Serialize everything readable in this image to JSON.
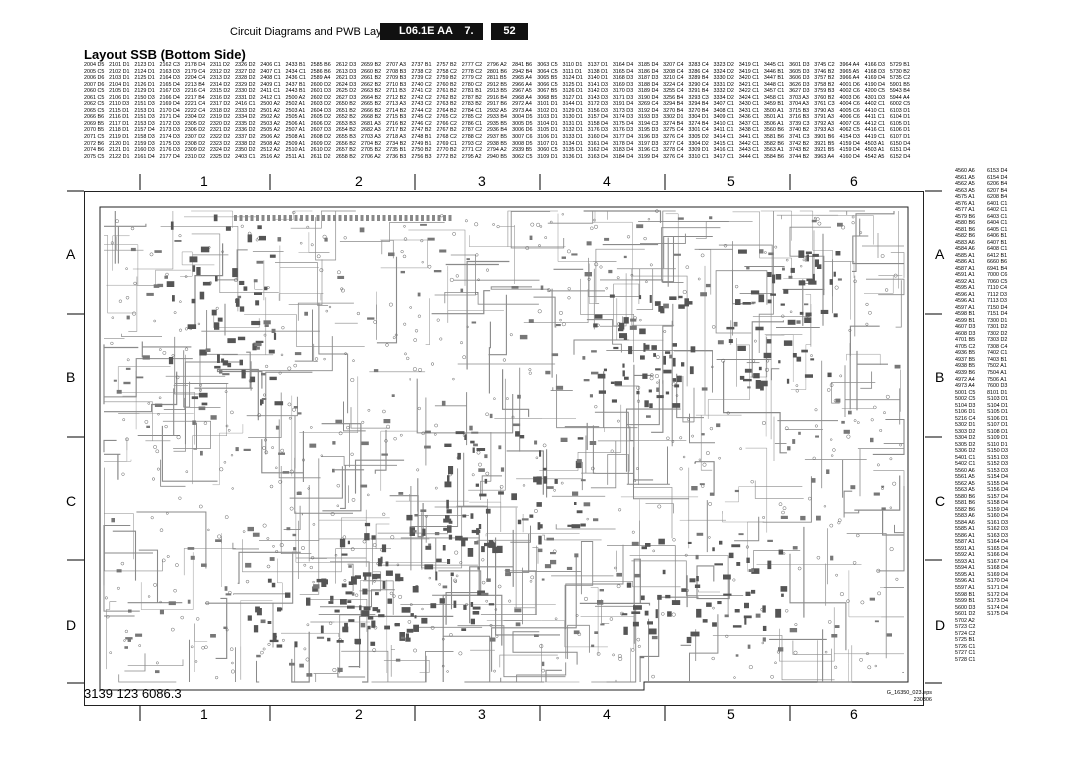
{
  "header": {
    "text": "Circuit Diagrams and PWB Layouts",
    "model": "L06.1E AA",
    "section": "7.",
    "page": "52"
  },
  "title": "Layout SSB (Bottom Side)",
  "reference_table": [
    [
      "2004 D5",
      "2005 C5",
      "2006 D6",
      "2007 D6",
      "2060 C5",
      "2061 C5",
      "2062 C5",
      "2065 C5",
      "2066 B6",
      "2069 B5",
      "2070 B5",
      "2071 C5",
      "2072 B6",
      "2074 B6",
      "2075 C5"
    ],
    [
      "2101 D1",
      "2102 D1",
      "2103 D1",
      "2104 D1",
      "2105 D1",
      "2106 D1",
      "2110 D3",
      "2115 D1",
      "2116 D1",
      "2117 D1",
      "2118 D1",
      "2119 D1",
      "2120 D1",
      "2121 D1",
      "2122 D1"
    ],
    [
      "2123 D1",
      "2124 D1",
      "2125 D1",
      "2126 D1",
      "2129 D1",
      "2150 D3",
      "2151 D3",
      "2153 D1",
      "2151 D3",
      "2153 D3",
      "2157 D4",
      "2158 D3",
      "2159 D3",
      "2160 D3",
      "2161 D4"
    ],
    [
      "2162 C3",
      "2163 D3",
      "2164 D3",
      "2165 D4",
      "2167 D3",
      "2166 D4",
      "2169 D4",
      "2170 D4",
      "2171 D4",
      "2172 D3",
      "2173 D3",
      "2174 D3",
      "2175 D3",
      "2176 D3",
      "2177 D4"
    ],
    [
      "2178 D4",
      "2179 C4",
      "2204 C4",
      "2213 B4",
      "2216 C4",
      "2217 B4",
      "2221 C4",
      "2222 C4",
      "2304 D2",
      "2305 D2",
      "2306 D2",
      "2307 D2",
      "2308 D2",
      "2309 D2",
      "2310 D2"
    ],
    [
      "2311 D2",
      "2312 D2",
      "2313 D2",
      "2314 D2",
      "2315 D2",
      "2316 D2",
      "2317 D2",
      "2318 D2",
      "2319 D2",
      "2320 D2",
      "2321 D2",
      "2322 D2",
      "2323 D2",
      "2324 D2",
      "2325 D2"
    ],
    [
      "2326 D2",
      "2327 D2",
      "2328 D2",
      "2329 D2",
      "2330 D2",
      "2331 D2",
      "2416 C1",
      "2333 D2",
      "2334 D2",
      "2335 D2",
      "2336 D2",
      "2337 D2",
      "2338 D2",
      "2350 D2",
      "2403 C1"
    ],
    [
      "2406 C1",
      "2407 C1",
      "2408 C1",
      "2409 C1",
      "2411 C1",
      "2412 C1",
      "2500 A2",
      "2501 A2",
      "2502 A2",
      "2503 A2",
      "2505 A2",
      "2506 A2",
      "2508 A2",
      "2512 A2",
      "2516 A2"
    ],
    [
      "2433 B1",
      "2434 C1",
      "2436 C1",
      "2437 B1",
      "2443 B1",
      "2500 A2",
      "2502 A1",
      "2503 A1",
      "2505 A1",
      "2506 A1",
      "2507 A1",
      "2508 A1",
      "2509 A1",
      "2510 A1",
      "2511 A1"
    ],
    [
      "2585 B6",
      "2586 B6",
      "2589 A4",
      "2600 D2",
      "2601 D3",
      "2602 D2",
      "2603 D2",
      "2604 D3",
      "2605 D2",
      "2606 D2",
      "2607 D3",
      "2608 D2",
      "2609 D2",
      "2610 D2",
      "2611 D2"
    ],
    [
      "2612 D3",
      "2613 D3",
      "2621 D3",
      "2624 D3",
      "2625 D2",
      "2627 D3",
      "2650 B2",
      "2651 B2",
      "2652 B2",
      "2653 B3",
      "2654 B2",
      "2655 B3",
      "2656 B2",
      "2657 B2",
      "2658 B2"
    ],
    [
      "2659 B2",
      "2660 B2",
      "2661 B2",
      "2662 B2",
      "2663 B2",
      "2664 B2",
      "2665 B2",
      "2666 B2",
      "2668 B2",
      "2681 A3",
      "2682 A3",
      "2703 A3",
      "2704 B2",
      "2705 B2",
      "2706 A2"
    ],
    [
      "2707 A3",
      "2708 B3",
      "2709 B3",
      "2710 B3",
      "2711 B3",
      "2712 B2",
      "2713 A3",
      "2714 B2",
      "2715 B3",
      "2716 B2",
      "2717 B2",
      "2718 A3",
      "2734 B2",
      "2735 B1",
      "2736 B3"
    ],
    [
      "2737 B1",
      "2738 C2",
      "2739 C2",
      "2740 C2",
      "2741 C2",
      "2742 C2",
      "2743 C2",
      "2744 C2",
      "2745 C2",
      "2746 C2",
      "2747 B2",
      "2748 B1",
      "2749 B1",
      "2750 B2",
      "2756 B3"
    ],
    [
      "2757 B2",
      "2758 C2",
      "2759 B2",
      "2760 B2",
      "2761 B2",
      "2762 B2",
      "2763 B2",
      "2764 B2",
      "2765 C2",
      "2766 C2",
      "2767 B2",
      "2768 C2",
      "2769 C1",
      "2770 B2",
      "2772 B2"
    ],
    [
      "2777 C2",
      "2778 C2",
      "2779 C2",
      "2780 C2",
      "2781 B1",
      "2787 B2",
      "2783 B2",
      "2784 C1",
      "2785 C2",
      "2786 C1",
      "2787 C2",
      "2788 C2",
      "2793 C2",
      "2771 C2",
      "2795 A2"
    ],
    [
      "2796 A2",
      "2801 B6",
      "2811 B5",
      "2912 B5",
      "2913 B5",
      "2916 B4",
      "2917 B6",
      "2932 A5",
      "2933 B4",
      "2935 B5",
      "2936 B4",
      "2937 B5",
      "2938 B5",
      "2794 A2",
      "2940 B5"
    ],
    [
      "2841 B6",
      "2942 B4",
      "2965 A4",
      "2966 A4",
      "2967 A5",
      "2968 A4",
      "2972 A4",
      "2973 A4",
      "3004 D5",
      "3005 D5",
      "3006 D6",
      "3007 C6",
      "3008 D5",
      "2939 B5",
      "3062 C5"
    ],
    [
      "3063 C5",
      "3064 C5",
      "3065 B5",
      "3066 C5",
      "3067 B5",
      "3068 B5",
      "3101 D1",
      "3102 D1",
      "3103 D1",
      "3104 D1",
      "3105 D1",
      "3106 D1",
      "3107 D1",
      "3060 C5",
      "3109 D1"
    ],
    [
      "3110 D1",
      "3111 D1",
      "3124 D1",
      "3125 D1",
      "3126 D1",
      "3127 D1",
      "3144 D1",
      "3129 D1",
      "3130 D1",
      "3131 D1",
      "3132 D1",
      "3133 D1",
      "3134 D1",
      "3135 D1",
      "3136 D1"
    ],
    [
      "3137 D1",
      "3138 D1",
      "3140 D1",
      "3141 D3",
      "3142 D3",
      "3143 D3",
      "3172 D3",
      "3156 D3",
      "3157 D4",
      "3158 D4",
      "3176 D3",
      "3160 D4",
      "3161 D4",
      "3162 D4",
      "3163 D4"
    ],
    [
      "3164 D4",
      "3165 D4",
      "3168 D3",
      "3169 D3",
      "3170 D3",
      "3171 D3",
      "3191 D4",
      "3173 D3",
      "3174 D3",
      "3175 D4",
      "3176 D3",
      "3177 D4",
      "3178 D4",
      "3183 D4",
      "3184 D4"
    ],
    [
      "3185 D4",
      "3186 D4",
      "3187 D3",
      "3188 D4",
      "3189 D4",
      "3190 D4",
      "3269 C4",
      "3192 D4",
      "3193 D3",
      "3194 C3",
      "3195 D3",
      "3196 D3",
      "3197 D3",
      "3196 C3",
      "3199 D4"
    ],
    [
      "3207 C4",
      "3208 C4",
      "3210 C4",
      "3224 C4",
      "3255 C4",
      "3256 B4",
      "3294 B4",
      "3270 B4",
      "3302 D1",
      "3274 B4",
      "3275 C4",
      "3276 C4",
      "3277 C4",
      "3278 C4",
      "3276 C4"
    ],
    [
      "3283 C4",
      "3286 C4",
      "3289 B4",
      "3290 C4",
      "3291 B4",
      "3293 C3",
      "3294 B4",
      "3270 B4",
      "3304 D1",
      "3274 B4",
      "3301 C4",
      "3305 D2",
      "3304 D2",
      "3309 D1",
      "3310 C1"
    ],
    [
      "3323 D2",
      "3324 D2",
      "3330 D2",
      "3331 D2",
      "3332 D2",
      "3334 D2",
      "3407 C1",
      "3408 C1",
      "3409 C1",
      "3410 C1",
      "3411 C1",
      "3414 C1",
      "3415 C1",
      "3416 C1",
      "3417 C1"
    ],
    [
      "3419 C1",
      "3419 C1",
      "3420 C1",
      "3421 C1",
      "3422 C1",
      "3424 C1",
      "3430 C1",
      "3431 C1",
      "3436 C1",
      "3437 C1",
      "3438 C1",
      "3441 C1",
      "3442 C1",
      "3443 C1",
      "3444 C1"
    ],
    [
      "3445 C1",
      "3446 B1",
      "3447 B1",
      "3448 C1",
      "3457 C1",
      "3458 C1",
      "3459 B1",
      "3500 A1",
      "3501 A1",
      "3506 A1",
      "3560 B6",
      "3581 B6",
      "3582 B6",
      "3563 A1",
      "3584 B6"
    ],
    [
      "3601 D3",
      "3605 D3",
      "3606 D3",
      "3626 D3",
      "3627 D3",
      "3703 A3",
      "3704 A3",
      "3715 B3",
      "3716 B3",
      "3739 C3",
      "3740 B2",
      "3741 C3",
      "3742 B2",
      "3743 B2",
      "3744 B2"
    ],
    [
      "3745 C2",
      "3746 B2",
      "3757 B2",
      "3758 B2",
      "3759 B3",
      "3760 B2",
      "3761 C3",
      "3790 A3",
      "3791 A3",
      "3792 A3",
      "3793 A3",
      "3901 B6",
      "3921 B5",
      "3921 B5",
      "3963 A4"
    ],
    [
      "3964 A4",
      "3965 A5",
      "3966 A4",
      "4001 D6",
      "4002 C6",
      "4003 D6",
      "4004 C6",
      "4005 C6",
      "4006 C6",
      "4007 C6",
      "4062 C5",
      "4154 D3",
      "4159 D4",
      "4159 D4",
      "4160 D4"
    ],
    [
      "4166 D3",
      "4168 D3",
      "4169 D4",
      "4190 D4",
      "4200 C5",
      "4301 D3",
      "4402 C1",
      "4410 C1",
      "4411 C1",
      "4412 C1",
      "4416 C1",
      "4419 C1",
      "4503 A1",
      "4503 A1",
      "4542 A5"
    ],
    [
      "5729 B1",
      "5730 B2",
      "5735 C2",
      "5901 B5",
      "5943 B4",
      "5944 A4",
      "6002 C5",
      "6103 D1",
      "6104 D1",
      "6105 D1",
      "6106 D1",
      "6107 D1",
      "6150 D4",
      "6151 D4",
      "6152 D4"
    ]
  ],
  "right_column": [
    "4560 A6",
    "4561 A5",
    "4562 A5",
    "4563 A5",
    "4575 A1",
    "4576 A1",
    "4577 A1",
    "4579 B6",
    "4580 B6",
    "4581 B6",
    "4582 B6",
    "4583 A6",
    "4584 A6",
    "4585 A1",
    "4586 A1",
    "4587 A1",
    "4591 A1",
    "4592 A1",
    "4595 A1",
    "4596 A1",
    "4596 A1",
    "4597 A1",
    "4598 B1",
    "4599 B1",
    "4607 D3",
    "4608 D3",
    "4701 B5",
    "4705 C2",
    "4936 B5",
    "4937 B5",
    "4938 B5",
    "4939 B6",
    "4972 A4",
    "4973 A4",
    "5001 C5",
    "5002 C5",
    "5104 D3",
    "5106 D1",
    "5216 C4",
    "5302 D1",
    "5303 D2",
    "5304 D2",
    "5305 D2",
    "5306 D2",
    "5401 C1",
    "5402 C1",
    "5560 A6",
    "5561 A5",
    "5562 A5",
    "5563 A5",
    "5580 B6",
    "5581 B6",
    "5582 B6",
    "5583 A6",
    "5584 A6",
    "5585 A1",
    "5586 A1",
    "5587 A1",
    "5591 A1",
    "5592 A1",
    "5593 A1",
    "5594 A1",
    "5595 A1",
    "5596 A1",
    "5597 A1",
    "5598 B1",
    "5599 B1",
    "5600 D3",
    "5601 D2",
    "5702 A2",
    "5723 C2",
    "5724 C2",
    "5725 B1",
    "5726 C1",
    "5727 C1",
    "5728 C1"
  ],
  "right_column_b": [
    "6153 D4",
    "6154 D4",
    "6206 B4",
    "6207 B4",
    "6208 B4",
    "6401 C1",
    "6402 C1",
    "6403 C1",
    "6404 C1",
    "6405 C1",
    "6406 B1",
    "6407 B1",
    "6408 C1",
    "6412 B1",
    "6660 B6",
    "6941 B4",
    "7000 C6",
    "7060 C5",
    "7110 C4",
    "7112 D3",
    "7113 D3",
    "7150 D4",
    "7151 D4",
    "7300 D1",
    "7301 D2",
    "7302 D2",
    "7303 D2",
    "7308 C4",
    "7402 C1",
    "7403 B1",
    "7502 A1",
    "7504 A1",
    "7506 A1",
    "7600 D3",
    "8101 D1",
    "S103 D1",
    "S104 D1",
    "S105 D1",
    "S106 D1",
    "S107 D1",
    "S108 D1",
    "S109 D1",
    "S110 D1",
    "S150 D3",
    "S151 D3",
    "S152 D3",
    "S153 D3",
    "S154 D4",
    "S155 D4",
    "S156 D4",
    "S157 D4",
    "S158 D4",
    "S159 D4",
    "S160 D4",
    "S161 D3",
    "S162 D3",
    "S163 D3",
    "S164 D4",
    "S165 D4",
    "S166 D4",
    "S167 D4",
    "S168 D4",
    "S169 D4",
    "S170 D4",
    "S171 D4",
    "S172 D4",
    "S173 D4",
    "S174 D4",
    "S175 D4"
  ],
  "grid": {
    "columns": [
      "1",
      "2",
      "3",
      "4",
      "5",
      "6"
    ],
    "rows": [
      "A",
      "B",
      "C",
      "D"
    ]
  },
  "board_code": "3139 123 6086.3",
  "file_id": [
    "G_16350_023.eps",
    "230306"
  ],
  "board_colors": {
    "background": "#ffffff",
    "traces": "#8a8a8a",
    "components": "#555555",
    "outline": "#222222"
  }
}
